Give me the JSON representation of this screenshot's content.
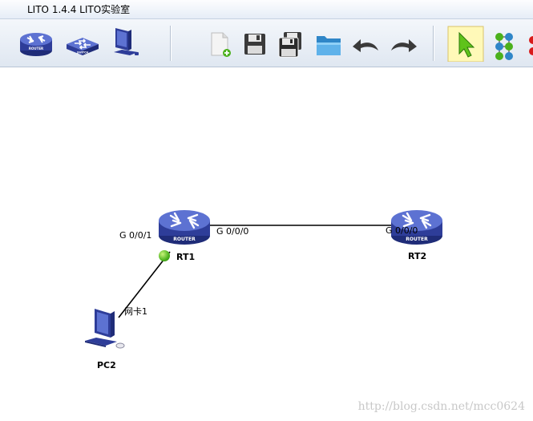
{
  "window": {
    "title": "LITO 1.4.4  LITO实验室"
  },
  "toolbar": {
    "buttons": [
      {
        "name": "router-tool",
        "icon": "router-icon",
        "label": "ROUTER"
      },
      {
        "name": "switch-tool",
        "icon": "switch-icon",
        "label": "SWITCH"
      },
      {
        "name": "pc-tool",
        "icon": "pc-icon"
      },
      {
        "name": "new-file",
        "icon": "new-file-icon"
      },
      {
        "name": "save",
        "icon": "save-icon"
      },
      {
        "name": "save-as",
        "icon": "save-as-icon"
      },
      {
        "name": "open",
        "icon": "folder-icon"
      },
      {
        "name": "undo",
        "icon": "undo-icon"
      },
      {
        "name": "redo",
        "icon": "redo-icon"
      },
      {
        "name": "select",
        "icon": "pointer-icon",
        "selected": true
      },
      {
        "name": "auto-layout",
        "icon": "topology-icon"
      }
    ]
  },
  "topology": {
    "devices": [
      {
        "id": "RT1",
        "type": "router",
        "label": "RT1",
        "badge": "ROUTER"
      },
      {
        "id": "RT2",
        "type": "router",
        "label": "RT2",
        "badge": "ROUTER"
      },
      {
        "id": "PC2",
        "type": "pc",
        "label": "PC2"
      }
    ],
    "links": [
      {
        "from": "RT1",
        "to": "RT2",
        "from_if": "G 0/0/0",
        "to_if": "G 0/0/0"
      },
      {
        "from": "RT1",
        "to": "PC2",
        "from_if": "G 0/0/1",
        "to_if": "网卡1"
      }
    ]
  },
  "colors": {
    "device_blue": "#2e3d99",
    "device_blue_light": "#5d72d2",
    "port_up": "#4bb11c",
    "select_highlight": "#fff9b8"
  },
  "watermark": "http://blog.csdn.net/mcc0624"
}
